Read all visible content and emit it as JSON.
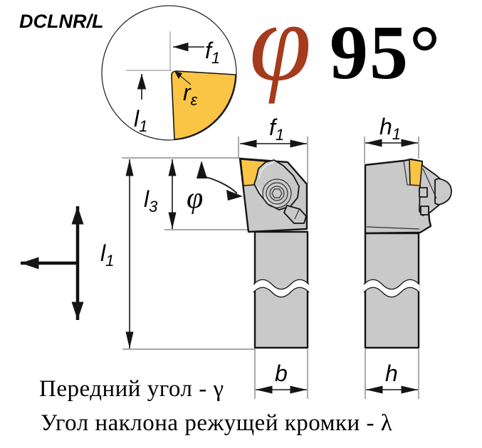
{
  "title": {
    "label": "DCLNR/L"
  },
  "header": {
    "phi": "φ",
    "angle": "95°"
  },
  "labels": {
    "f1": {
      "base": "f",
      "sub": "1"
    },
    "h1": {
      "base": "h",
      "sub": "1"
    },
    "l1": {
      "base": "l",
      "sub": "1"
    },
    "l3": {
      "base": "l",
      "sub": "3"
    },
    "r_eps": {
      "base": "r",
      "sub": "ε"
    },
    "b": "b",
    "h": "h",
    "phi": "φ"
  },
  "notes": {
    "rake_angle": "Передний угол - γ",
    "inclination_angle": "Угол наклона режущей кромки - λ"
  },
  "colors": {
    "insert_yellow": "#FAC445",
    "body_gray": "#C9C9C9",
    "phi_red": "#A53A1C",
    "outline": "#151515"
  }
}
